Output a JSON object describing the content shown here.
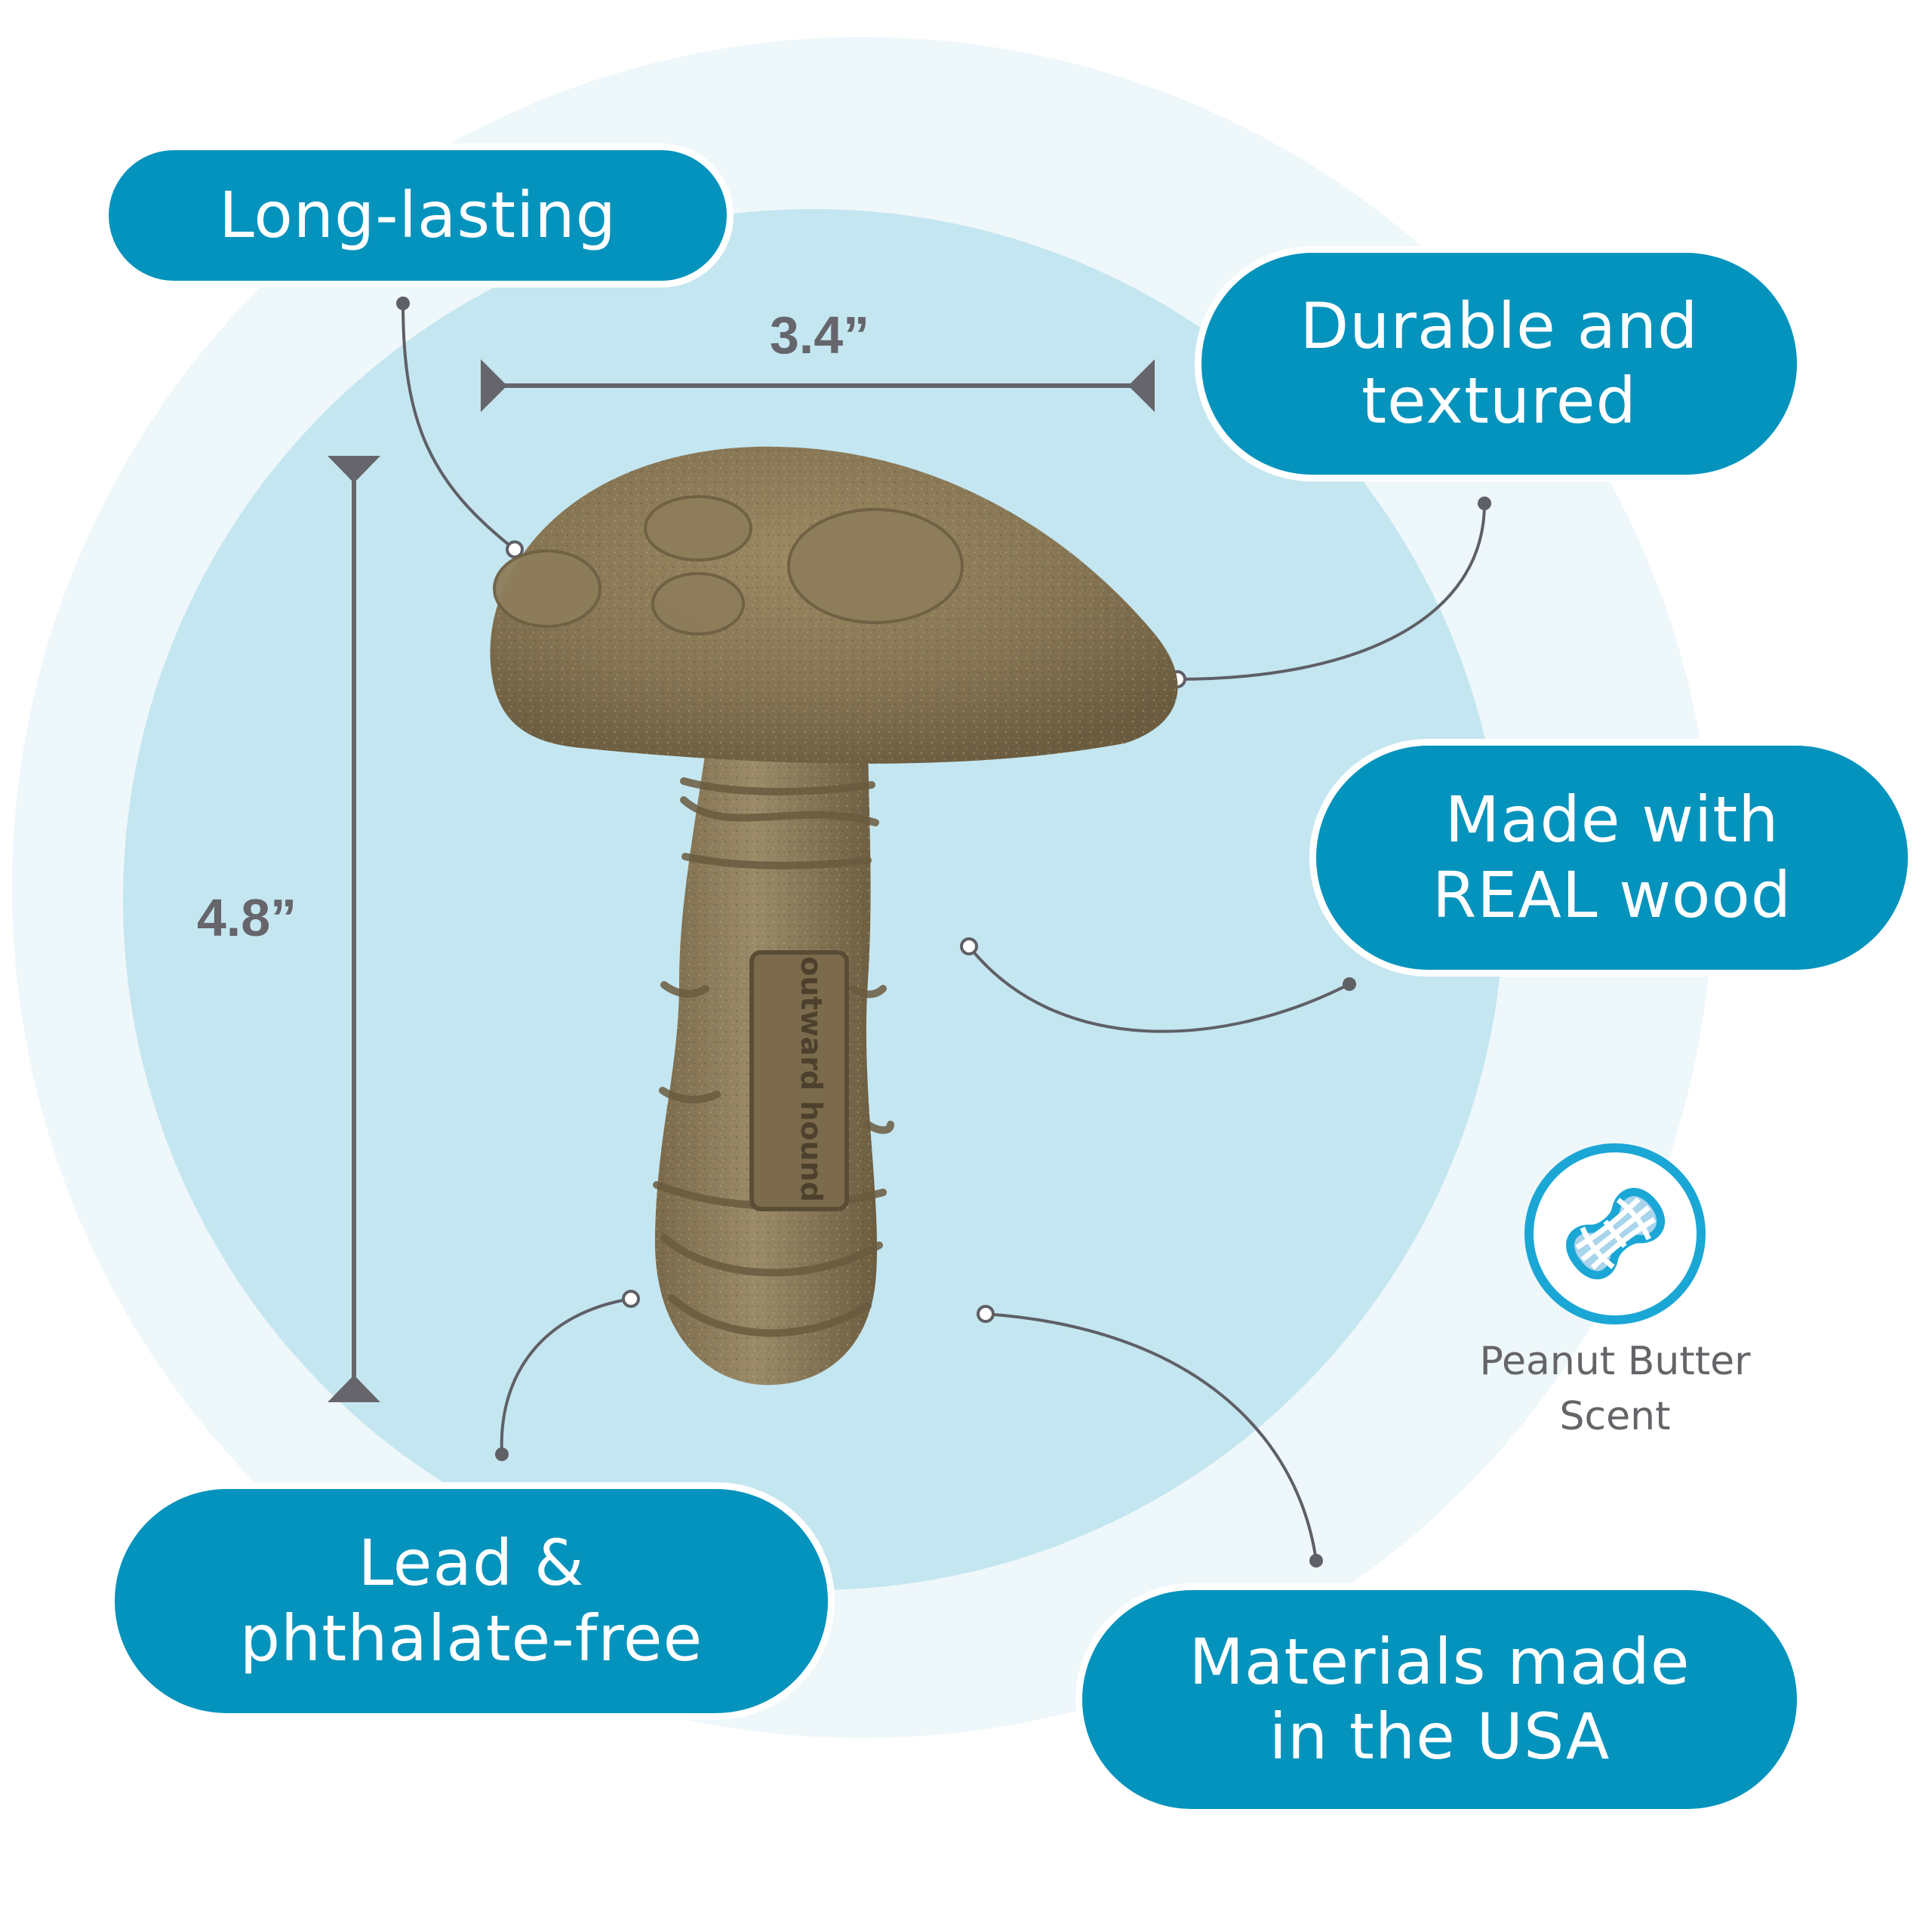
{
  "product": {
    "name": "Wooden mushroom chew toy",
    "logo_text": "outward hound",
    "colors": {
      "pill_bg": "#0393bd",
      "pill_text": "#ffffff",
      "outer_circle": "#eef7fa",
      "inner_circle": "#c4e6f0",
      "dimension_gray": "#65656b",
      "icon_blue": "#1aa7d6",
      "icon_fill": "#a8d4ec",
      "wood": "#8b7a57"
    }
  },
  "dimensions": {
    "width_label": "3.4”",
    "height_label": "4.8”"
  },
  "features": [
    {
      "id": "long-lasting",
      "label": "Long-lasting"
    },
    {
      "id": "durable",
      "label": "Durable and\ntextured"
    },
    {
      "id": "real-wood",
      "label": "Made with\nREAL wood"
    },
    {
      "id": "lead-free",
      "label": "Lead &\nphthalate-free"
    },
    {
      "id": "usa",
      "label": "Materials made\nin the USA"
    }
  ],
  "scent": {
    "icon": "peanut-icon",
    "label": "Peanut Butter\nScent"
  }
}
